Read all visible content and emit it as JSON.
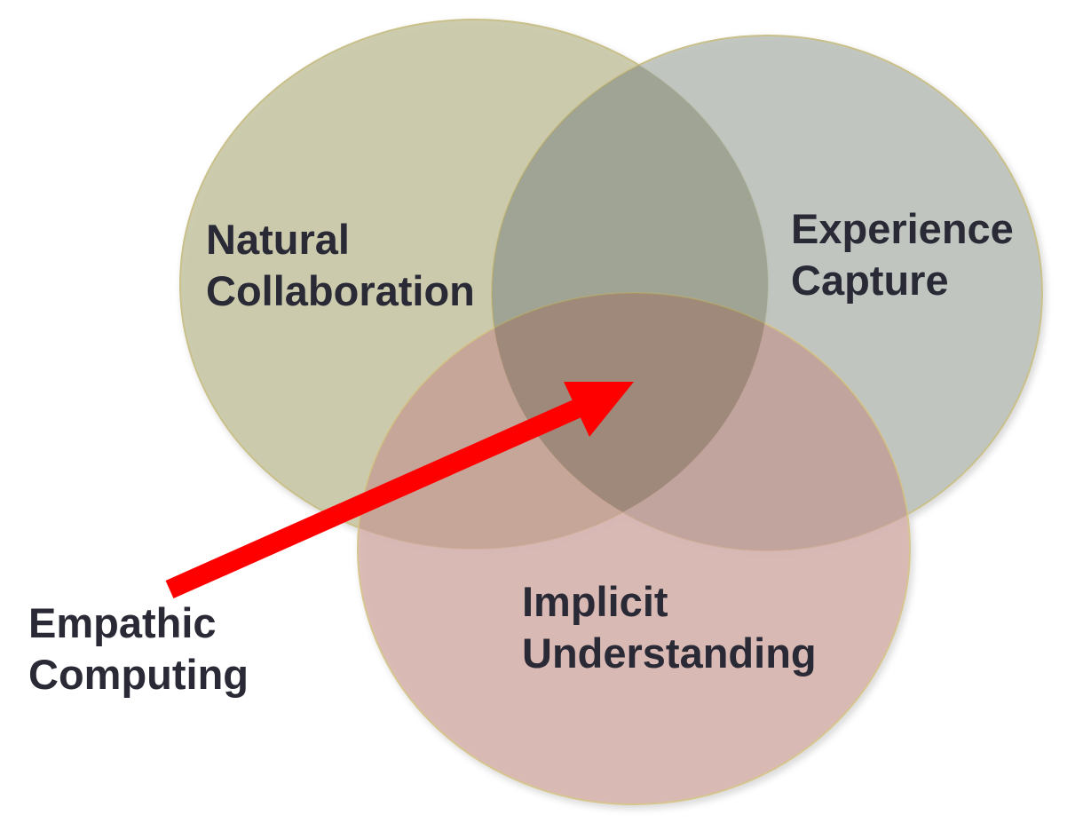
{
  "diagram": {
    "type": "venn",
    "circles": [
      {
        "label_lines": [
          "Natural",
          "Collaboration"
        ],
        "color": "#c8c6a7"
      },
      {
        "label_lines": [
          "Experience",
          "Capture"
        ],
        "color": "#b7bdb6"
      },
      {
        "label_lines": [
          "Implicit",
          "Understanding"
        ],
        "color": "#d3aca6"
      }
    ],
    "pointer": {
      "label_lines": [
        "Empathic",
        "Computing"
      ],
      "arrow_color": "#ff0000"
    }
  }
}
